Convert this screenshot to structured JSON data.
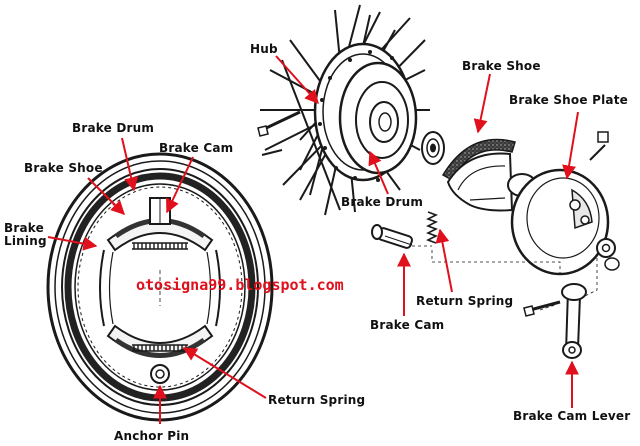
{
  "labels": {
    "hub": "Hub",
    "brake_shoe_right": "Brake Shoe",
    "brake_shoe_plate": "Brake Shoe Plate",
    "brake_drum_right": "Brake Drum",
    "return_spring_right": "Return Spring",
    "brake_cam_right": "Brake Cam",
    "brake_cam_lever": "Brake Cam Lever",
    "brake_drum_left": "Brake Drum",
    "brake_shoe_left": "Brake Shoe",
    "brake_cam_left": "Brake Cam",
    "brake_lining_line1": "Brake",
    "brake_lining_line2": "Lining",
    "return_spring_left": "Return Spring",
    "anchor_pin": "Anchor Pin"
  },
  "watermark": "otosigna99.blogspot.com",
  "colors": {
    "leader_lines": "#e0101c",
    "watermark": "#e0101c",
    "drawing": "#1a1a1a",
    "label_text": "#111111"
  }
}
